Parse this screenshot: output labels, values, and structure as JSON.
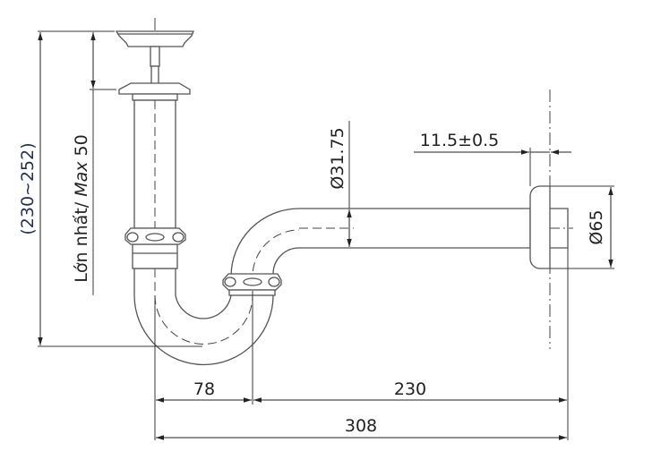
{
  "title": "Siphon (P-trap) dimension drawing",
  "dimensions": {
    "total_height": "(230~252)",
    "max_label": "Lớn nhất/ ",
    "max_italic": "Max",
    "max_value": " 50",
    "pipe_diameter": "Ø31.75",
    "flange_thickness": "11.5±0.5",
    "flange_diameter": "Ø65",
    "offset": "78",
    "wall_distance": "230",
    "total_length": "308"
  },
  "colors": {
    "line": "#3a3a3a",
    "blue_text": "#1e3250"
  }
}
